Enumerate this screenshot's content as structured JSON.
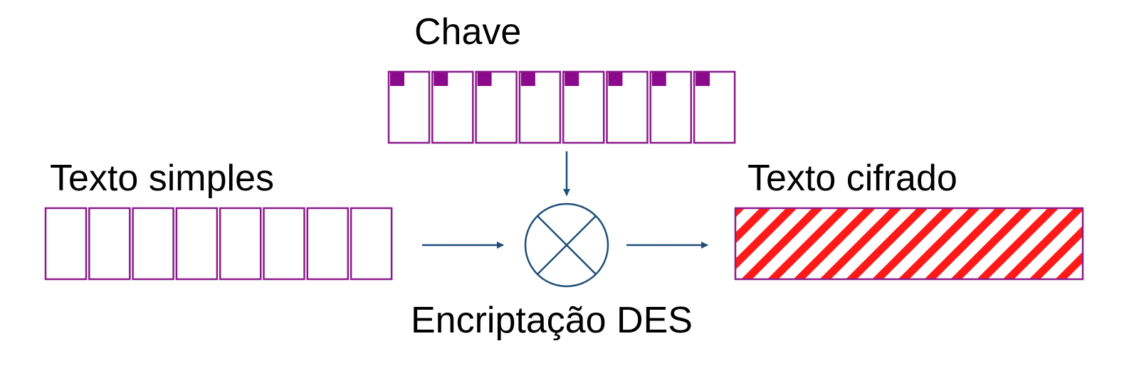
{
  "labels": {
    "key": "Chave",
    "plaintext": "Texto simples",
    "ciphertext": "Texto cifrado",
    "operation": "Encriptação DES"
  },
  "blocks": {
    "key_bytes": 8,
    "plaintext_bytes": 8
  },
  "colors": {
    "block_border": "#8b1a8b",
    "parity_bit": "#8b0a8b",
    "arrow": "#1f4e79",
    "cipher_stripe": "#ff1a1a",
    "cipher_border": "#8b1a8b"
  }
}
